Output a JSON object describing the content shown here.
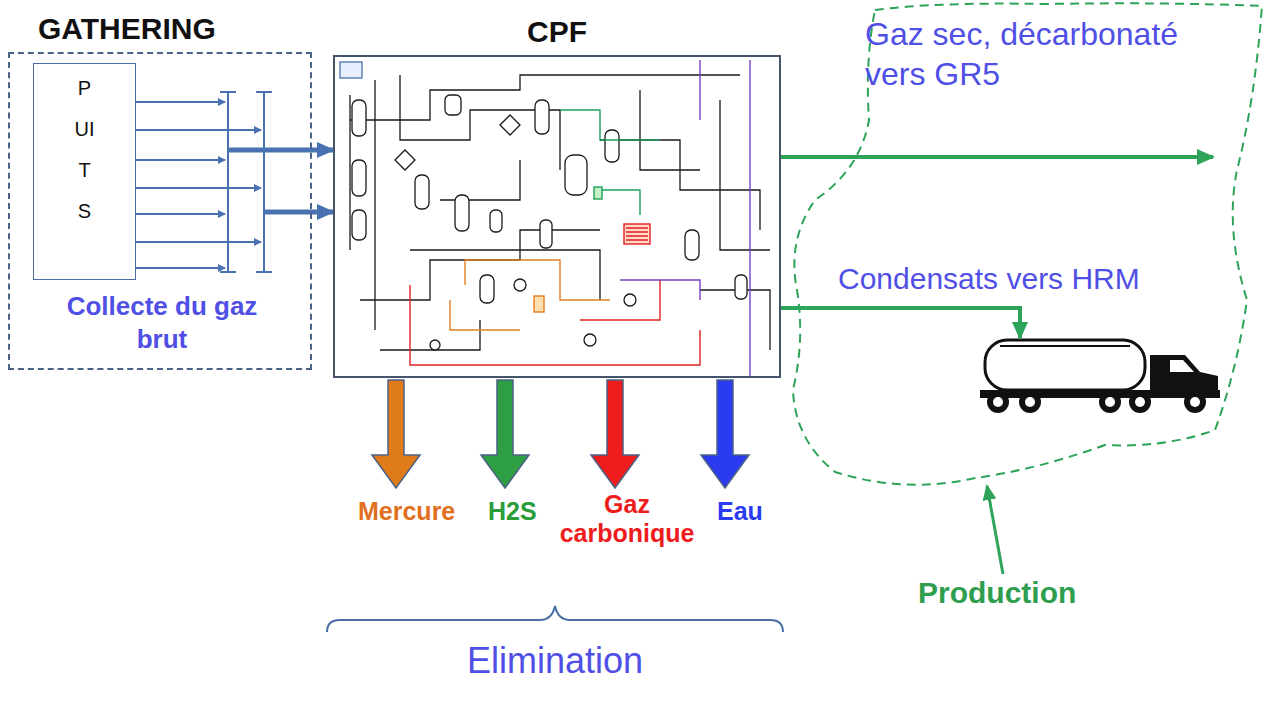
{
  "diagram": {
    "nodes": [
      {
        "text": [
          "GATHERING",
          "Collecte du gaz brut"
        ]
      },
      {
        "text": [
          "PUITS"
        ],
        "in": 0
      },
      {
        "text": [
          "CPF"
        ]
      },
      {
        "text": [
          "Production"
        ]
      }
    ],
    "edges": [
      {
        "from": 0,
        "to": 2,
        "arrow": "to"
      },
      {
        "from": 0,
        "to": 2,
        "arrow": "to"
      },
      {
        "from": 2,
        "to": 3,
        "arrow": "to",
        "label": "Gaz sec, décarbonaté vers GR5"
      },
      {
        "from": 2,
        "to": 3,
        "arrow": "to",
        "label": "Condensats vers HRM"
      }
    ],
    "labels": [
      "Mercure",
      "H2S",
      "Gaz carbonique",
      "Eau",
      "Elimination"
    ]
  }
}
